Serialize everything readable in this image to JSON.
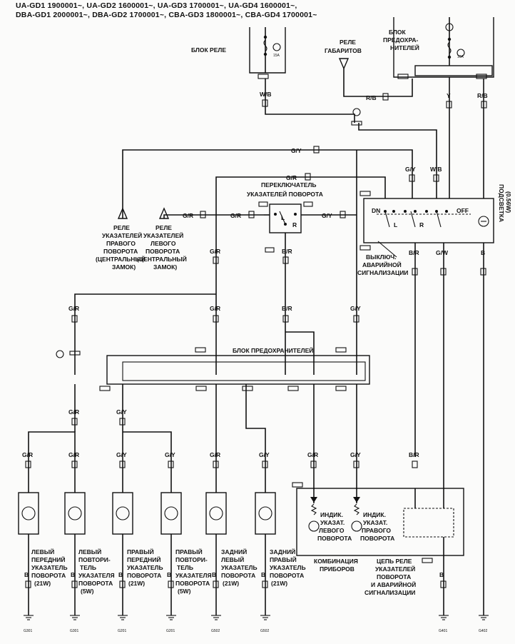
{
  "header": {
    "line1": "UA-GD1    1900001~, UA-GD2    1600001~, UA-GD3    1700001~, UA-GD4    1600001~,",
    "line2": "DBA-GD1    2000001~, DBA-GD2    1700001~, CBA-GD3    1800001~, CBA-GD4    1700001~"
  },
  "labels": {
    "relay_block": "БЛОК РЕЛЕ",
    "relay_fuse": "15А",
    "fuse_block_top_1": "БЛОК",
    "fuse_block_top_2": "ПРЕДОХРА-",
    "fuse_block_top_3": "НИТЕЛЕЙ",
    "top_fuse": "10А",
    "gabarit_1": "РЕЛЕ",
    "gabarit_2": "ГАБАРИТОВ",
    "switch_1": "ПЕРЕКЛЮЧАТЕЛЬ",
    "switch_2": "УКАЗАТЕЛЕЙ ПОВОРОТА",
    "backlight_1": "ПОДСВЕТКА",
    "backlight_2": "(0.56W)",
    "right_relay": [
      "РЕЛЕ",
      "УКАЗАТЕЛЕЙ",
      "ПРАВОГО",
      "ПОВОРОТА",
      "(ЦЕНТРАЛЬНЫЙ",
      "ЗАМОК)"
    ],
    "left_relay": [
      "РЕЛЕ",
      "УКАЗАТЕЛЕЙ",
      "ЛЕВОГО",
      "ПОВОРОТА",
      "(ЦЕНТРАЛЬНЫЙ",
      "ЗАМОК)"
    ],
    "hazard": [
      "ВЫКЛЮЧ.",
      "АВАРИЙНОЙ",
      "СИГНАЛИЗАЦИИ"
    ],
    "fuse_block_mid": "БЛОК ПРЕДОХРАНИТЕЛЕЙ",
    "combo": [
      "КОМБИНАЦИЯ",
      "ПРИБОРОВ"
    ],
    "ind_left": [
      "ИНДИК.",
      "УКАЗАТ.",
      "ЛЕВОГО",
      "ПОВОРОТА"
    ],
    "ind_right": [
      "ИНДИК.",
      "УКАЗАТ.",
      "ПРАВОГО",
      "ПОВОРОТА"
    ],
    "relay_circuit": [
      "ЦЕПЬ РЕЛЕ",
      "УКАЗАТЕЛЕЙ",
      "ПОВОРОТА",
      "И АВАРИЙНОЙ",
      "СИГНАЛИЗАЦИИ"
    ],
    "sw_dn": "DN",
    "sw_off": "OFF",
    "sw_l": "L",
    "sw_r": "R"
  },
  "wires": {
    "wb": "W/B",
    "rb": "R/B",
    "y": "Y",
    "gy": "G/Y",
    "gr": "G/R",
    "br": "B/R",
    "gw": "G/W",
    "b": "B"
  },
  "lamps": [
    {
      "lines": [
        "ЛЕВЫЙ",
        "ПЕРЕДНИЙ",
        "УКАЗАТЕЛЬ",
        "ПОВОРОТА",
        "(21W)"
      ]
    },
    {
      "lines": [
        "ЛЕВЫЙ",
        "ПОВТОРИ-",
        "ТЕЛЬ",
        "УКАЗАТЕЛЯ",
        "ПОВОРОТА",
        "(5W)"
      ]
    },
    {
      "lines": [
        "ПРАВЫЙ",
        "ПЕРЕДНИЙ",
        "УКАЗАТЕЛЬ",
        "ПОВОРОТА",
        "(21W)"
      ]
    },
    {
      "lines": [
        "ПРАВЫЙ",
        "ПОВТОРИ-",
        "ТЕЛЬ",
        "УКАЗАТЕЛЯ",
        "ПОВОРОТА",
        "(5W)"
      ]
    },
    {
      "lines": [
        "ЗАДНИЙ",
        "ЛЕВЫЙ",
        "УКАЗАТЕЛЬ",
        "ПОВОРОТА",
        "(21W)"
      ]
    },
    {
      "lines": [
        "ЗАДНИЙ",
        "ПРАВЫЙ",
        "УКАЗАТЕЛЬ",
        "ПОВОРОТА",
        "(21W)"
      ]
    }
  ],
  "grounds": [
    "G301",
    "G301",
    "G201",
    "G201",
    "G502",
    "G502",
    "G401",
    "G402"
  ]
}
